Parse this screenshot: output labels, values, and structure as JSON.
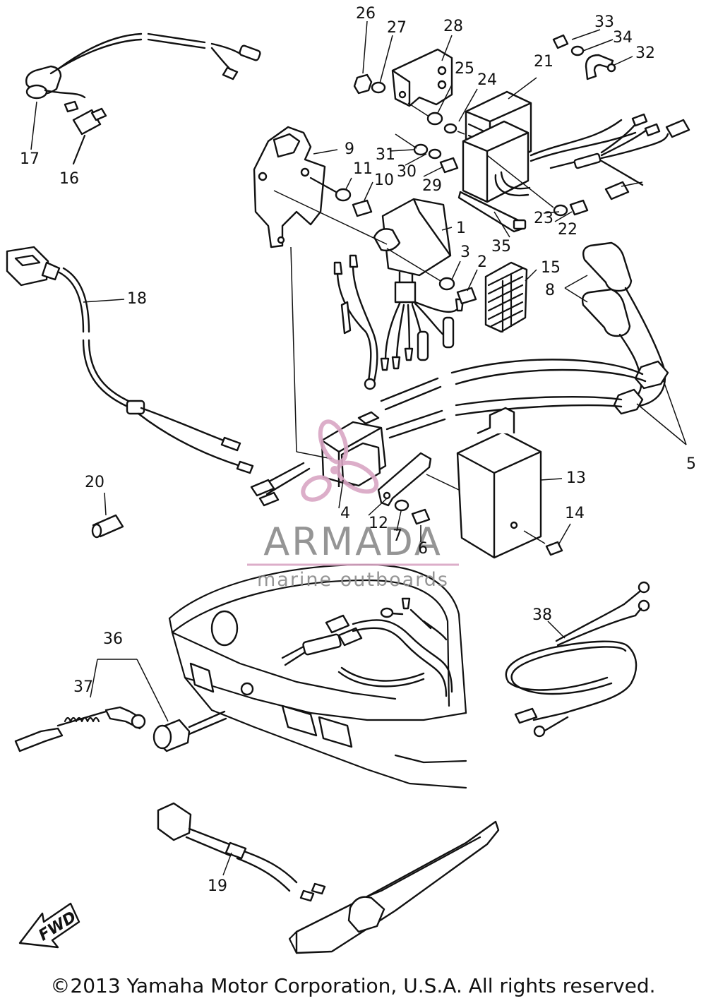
{
  "callouts": {
    "p1": "1",
    "p2": "2",
    "p3": "3",
    "p4": "4",
    "p5": "5",
    "p6": "6",
    "p7": "7",
    "p8": "8",
    "p9": "9",
    "p10": "10",
    "p11": "11",
    "p12": "12",
    "p13": "13",
    "p14": "14",
    "p15": "15",
    "p16": "16",
    "p17": "17",
    "p18": "18",
    "p19": "19",
    "p20": "20",
    "p21": "21",
    "p22": "22",
    "p23": "23",
    "p24": "24",
    "p25": "25",
    "p26": "26",
    "p27": "27",
    "p28": "28",
    "p29": "29",
    "p30": "30",
    "p31": "31",
    "p32": "32",
    "p33": "33",
    "p34": "34",
    "p35": "35",
    "p36": "36",
    "p37": "37",
    "p38": "38"
  },
  "fwd_arrow": "FWD",
  "watermark": {
    "brand": "ARMADA",
    "tagline": "marine outboards",
    "color_text": "#8a8a8a",
    "color_accent": "#d9a6c4"
  },
  "copyright": "©2013 Yamaha Motor Corporation, U.S.A. All rights reserved."
}
